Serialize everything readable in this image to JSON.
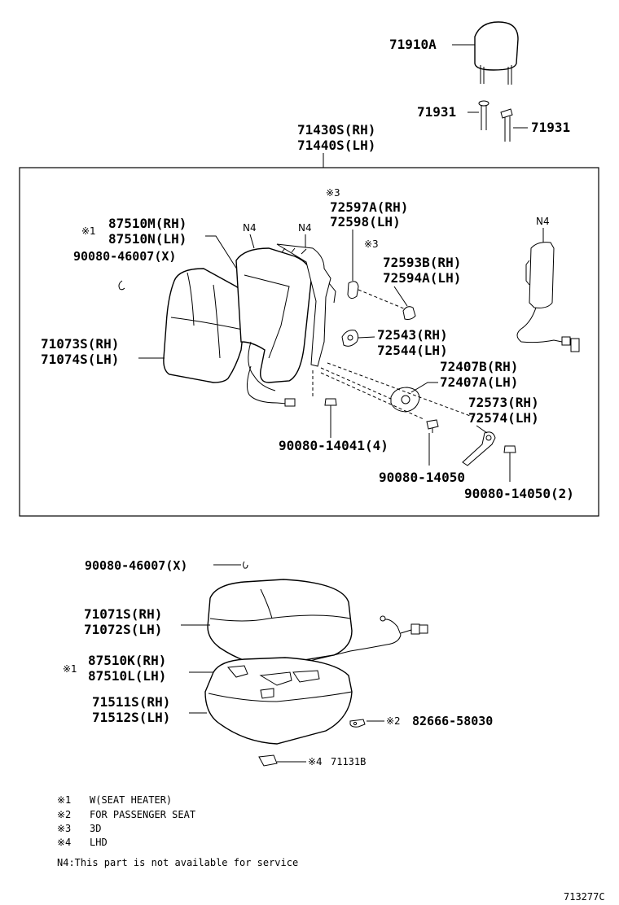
{
  "diagram": {
    "parts": {
      "headrest": "71910A",
      "guide_left": "71931",
      "guide_right": "71931",
      "back_frame_rh": "71430S(RH)",
      "back_frame_lh": "71440S(LH)",
      "mark_3_a": "※3",
      "recliner_cover_rh": "72597A(RH)",
      "recliner_cover_lh": "72598(LH)",
      "heater_back_mark": "※1",
      "heater_back_rh": "87510M(RH)",
      "heater_back_lh": "87510N(LH)",
      "n4_a": "N4",
      "n4_b": "N4",
      "n4_c": "N4",
      "mark_3_b": "※3",
      "hog_ring_back": "90080-46007(X)",
      "cover_72593": "72593B(RH)",
      "cover_72594": "72594A(LH)",
      "back_cover_rh": "71073S(RH)",
      "back_cover_lh": "71074S(LH)",
      "knob_rh": "72543(RH)",
      "knob_lh": "72544(LH)",
      "adjuster_rh": "72407B(RH)",
      "adjuster_lh": "72407A(LH)",
      "link_rh": "72573(RH)",
      "link_lh": "72574(LH)",
      "bolt_4": "90080-14041(4)",
      "bolt_single": "90080-14050",
      "bolt_2": "90080-14050(2)",
      "hog_ring_cushion": "90080-46007(X)",
      "cushion_cover_rh": "71071S(RH)",
      "cushion_cover_lh": "71072S(LH)",
      "heater_cushion_mark": "※1",
      "heater_cushion_rh": "87510K(RH)",
      "heater_cushion_lh": "87510L(LH)",
      "cushion_pad_rh": "71511S(RH)",
      "cushion_pad_lh": "71512S(LH)",
      "clip_mark": "※2",
      "clip": "82666-58030",
      "bracket_mark": "※4",
      "bracket": "71131B"
    },
    "legend": [
      {
        "mark": "※1",
        "text": "W(SEAT HEATER)"
      },
      {
        "mark": "※2",
        "text": "FOR PASSENGER SEAT"
      },
      {
        "mark": "※3",
        "text": "3D"
      },
      {
        "mark": "※4",
        "text": "LHD"
      }
    ],
    "footnote": "N4:This part is not available for service",
    "drawing_number": "713277C"
  }
}
